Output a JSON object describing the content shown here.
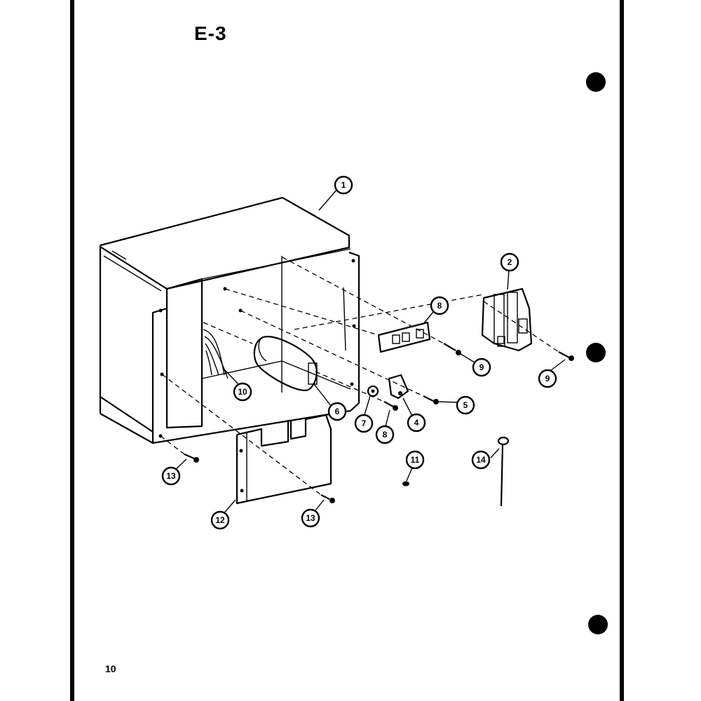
{
  "page": {
    "title": "E-3",
    "page_number": "10"
  },
  "callouts": [
    "1",
    "2",
    "8",
    "9",
    "9",
    "10",
    "6",
    "7",
    "8",
    "4",
    "5",
    "11",
    "14",
    "13",
    "12",
    "13"
  ]
}
